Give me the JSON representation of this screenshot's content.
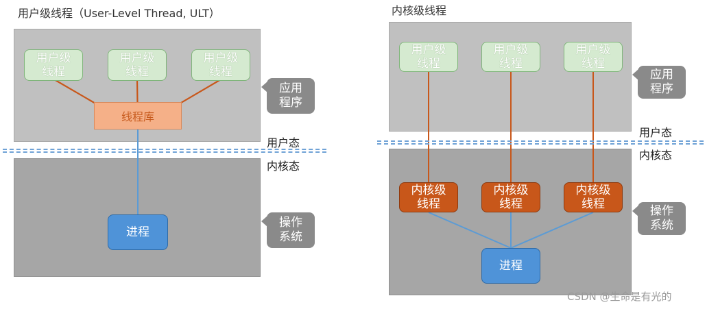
{
  "left": {
    "title": "用户级线程（User-Level Thread, ULT）",
    "user_threads": [
      "用户级\n线程",
      "用户级\n线程",
      "用户级\n线程"
    ],
    "library": "线程库",
    "process": "进程",
    "app_label": "应用\n程序",
    "os_label": "操作\n系统",
    "user_mode": "用户态",
    "kernel_mode": "内核态"
  },
  "right": {
    "title": "内核级线程",
    "user_threads": [
      "用户级\n线程",
      "用户级\n线程",
      "用户级\n线程"
    ],
    "kernel_threads": [
      "内核级\n线程",
      "内核级\n线程",
      "内核级\n线程"
    ],
    "process": "进程",
    "app_label": "应用\n程序",
    "os_label": "操作\n系统",
    "user_mode": "用户态",
    "kernel_mode": "内核态"
  },
  "watermark": "CSDN @生命是有光的",
  "colors": {
    "ult_fill": "#d5ead0",
    "klt_fill": "#c8571a",
    "process_fill": "#4f93d8",
    "library_fill": "#f5b088",
    "orange_line": "#c8571a",
    "blue_line": "#5b9bd5"
  }
}
